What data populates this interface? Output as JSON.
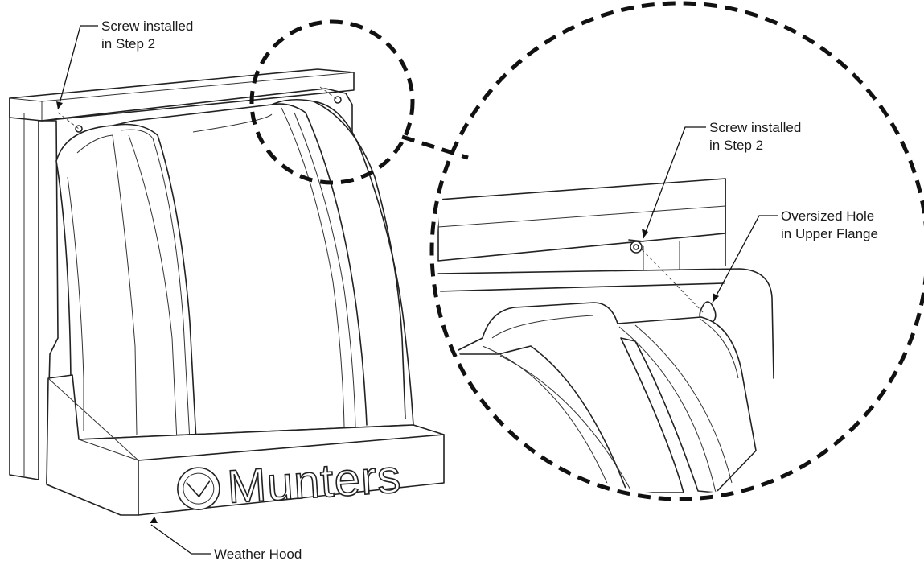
{
  "labels": {
    "screw_left_line1": "Screw installed",
    "screw_left_line2": "in Step 2",
    "screw_zoom_line1": "Screw installed",
    "screw_zoom_line2": "in Step 2",
    "oversized_line1": "Oversized Hole",
    "oversized_line2": "in Upper Flange",
    "weather_hood": "Weather Hood"
  },
  "brand": {
    "name": "Munters"
  }
}
